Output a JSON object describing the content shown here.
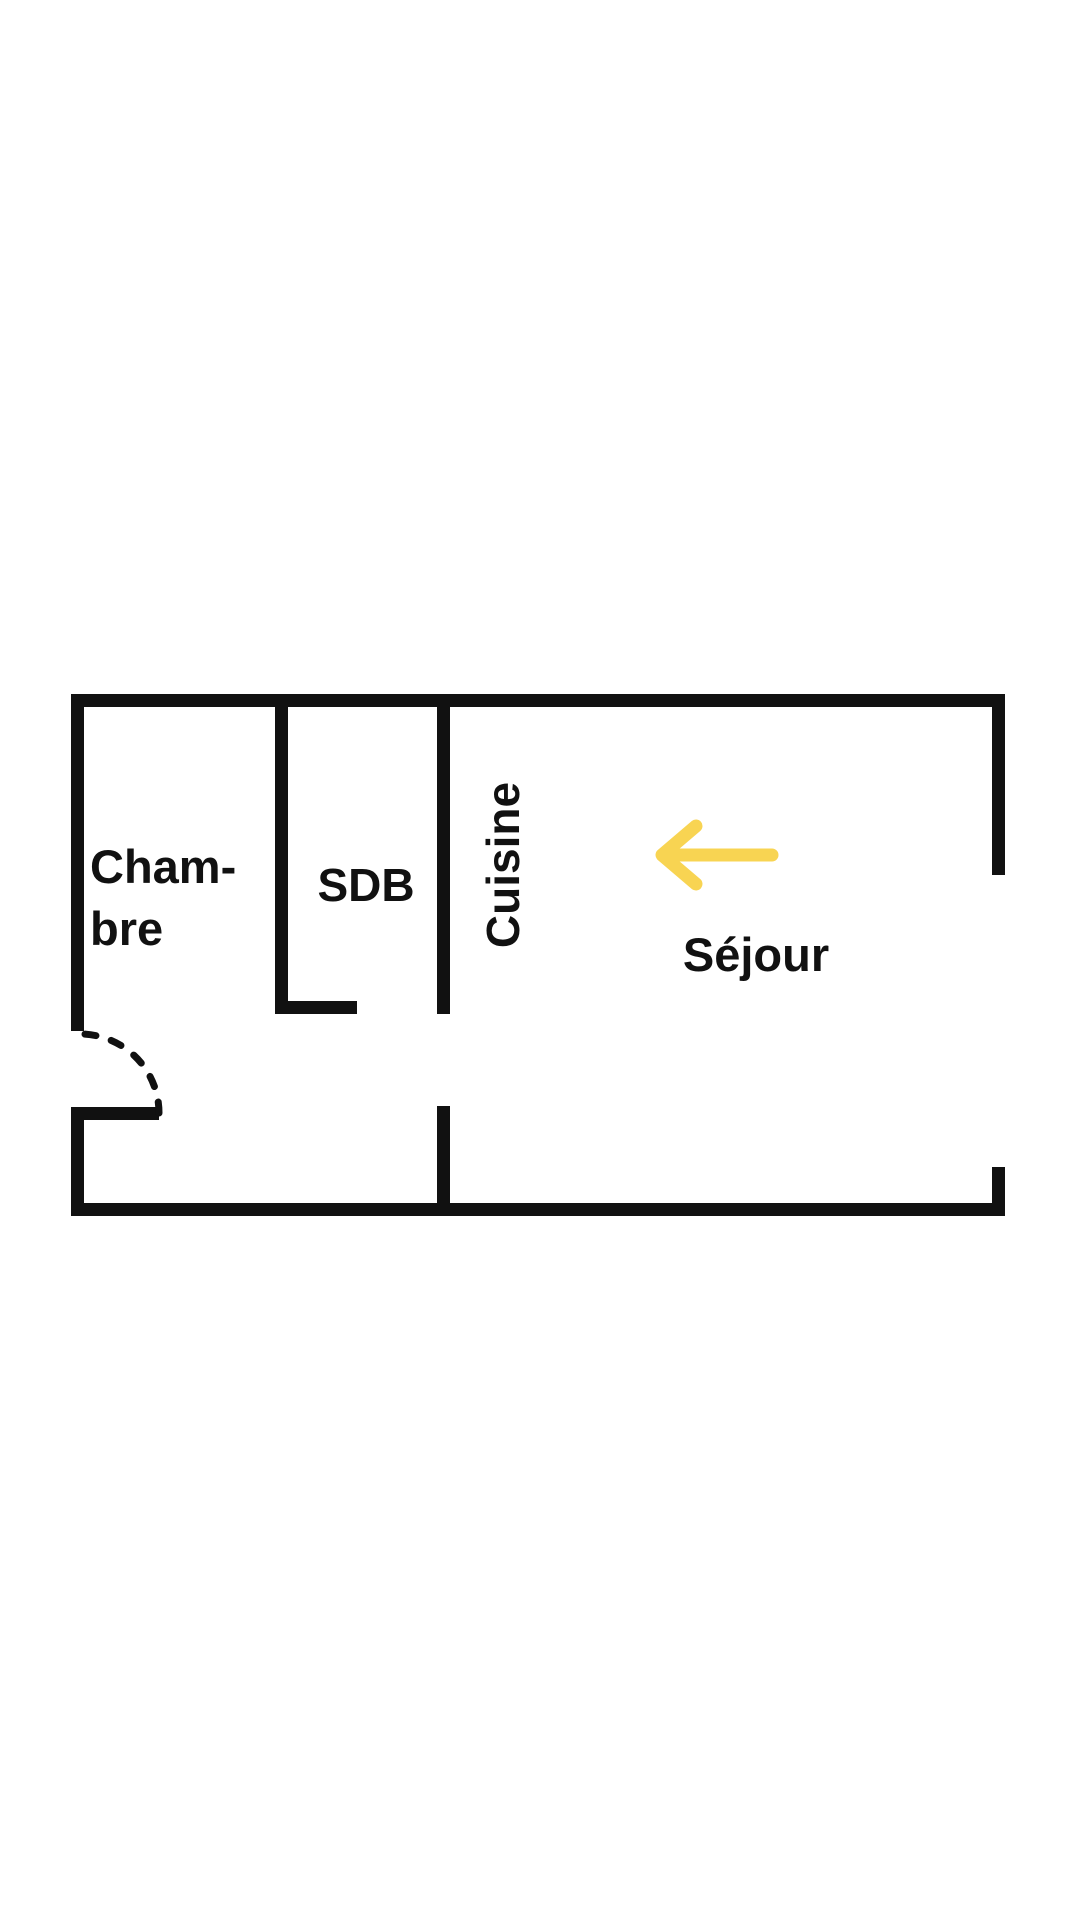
{
  "plan": {
    "background": "#ffffff",
    "wall_color": "#111111",
    "arrow_color": "#F8D452",
    "rooms": {
      "chambre": {
        "line1": "Cham-",
        "line2": "bre"
      },
      "sdb": {
        "label": "SDB"
      },
      "cuisine": {
        "label": "Cuisine"
      },
      "sejour": {
        "label": "Séjour"
      }
    }
  }
}
